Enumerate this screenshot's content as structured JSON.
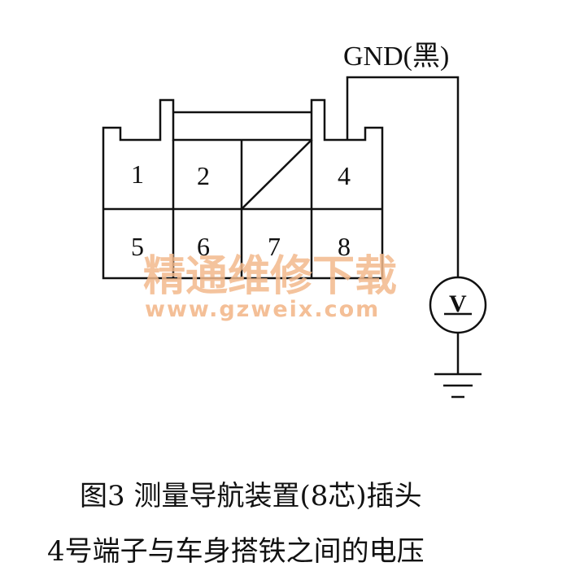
{
  "ground_label": "GND(黑)",
  "meter_label": "V",
  "pins": [
    "1",
    "2",
    "4",
    "5",
    "6",
    "7",
    "8"
  ],
  "watermark": {
    "text": "精通维修下载",
    "url": "www.gzweix.com"
  },
  "caption": {
    "line1": "图3  测量导航装置(8芯)插头",
    "line2": "4号端子与车身搭铁之间的电压"
  }
}
